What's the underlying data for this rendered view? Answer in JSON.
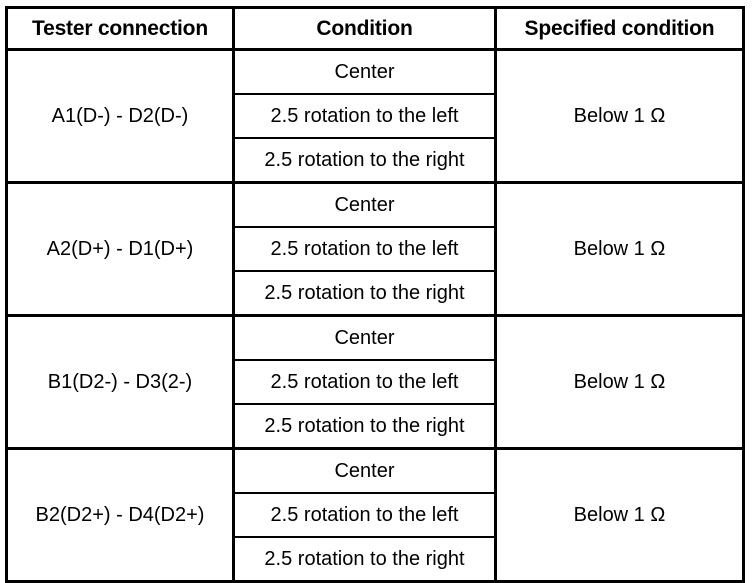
{
  "table": {
    "columns": [
      {
        "key": "tester_connection",
        "label": "Tester connection"
      },
      {
        "key": "condition",
        "label": "Condition"
      },
      {
        "key": "specified_condition",
        "label": "Specified condition"
      }
    ],
    "conditions": {
      "center": "Center",
      "left": "2.5 rotation to the left",
      "right": "2.5 rotation to the right"
    },
    "groups": [
      {
        "tester_connection": "A1(D-) - D2(D-)",
        "conditions": [
          "Center",
          "2.5 rotation to the left",
          "2.5 rotation to the right"
        ],
        "specified_condition": "Below 1 Ω"
      },
      {
        "tester_connection": "A2(D+) - D1(D+)",
        "conditions": [
          "Center",
          "2.5 rotation to the left",
          "2.5 rotation to the right"
        ],
        "specified_condition": "Below 1 Ω"
      },
      {
        "tester_connection": "B1(D2-) - D3(2-)",
        "conditions": [
          "Center",
          "2.5 rotation to the left",
          "2.5 rotation to the right"
        ],
        "specified_condition": "Below 1 Ω"
      },
      {
        "tester_connection": "B2(D2+) - D4(D2+)",
        "conditions": [
          "Center",
          "2.5 rotation to the left",
          "2.5 rotation to the right"
        ],
        "specified_condition": "Below 1 Ω"
      }
    ]
  },
  "style": {
    "border_color": "#000000",
    "background": "#ffffff",
    "text_color": "#000000"
  }
}
